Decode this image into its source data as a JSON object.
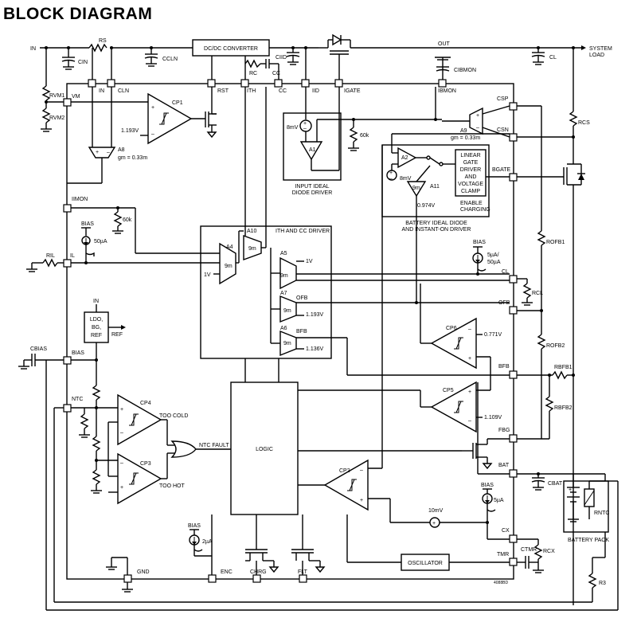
{
  "title": "BLOCK DIAGRAM",
  "pins": {
    "in": "IN",
    "cln": "CLN",
    "rst": "RST",
    "ith": "ITH",
    "cc": "CC",
    "iid": "IID",
    "igate": "IGATE",
    "ibmon": "IBMON",
    "vm": "VM",
    "csp": "CSP",
    "csn": "CSN",
    "bgate": "BGATE",
    "iimon": "IIMON",
    "il": "IL",
    "cl": "CL",
    "ofb": "OFB",
    "bias": "BIAS",
    "bfb": "BFB",
    "ntc": "NTC",
    "fbg": "FBG",
    "bat": "BAT",
    "cx": "CX",
    "gnd": "GND",
    "enc": "ENC",
    "chrg": "CHRG",
    "flt": "FLT",
    "tmr": "TMR"
  },
  "labels": {
    "in_top": "IN",
    "out": "OUT",
    "system_load_1": "SYSTEM",
    "system_load_2": "LOAD",
    "dcdc": "DC/DC CONVERTER",
    "rs": "RS",
    "cin": "CIN",
    "ccln": "CCLN",
    "rc": "RC",
    "cc_cap": "CC",
    "ciid": "CIID",
    "cibmon": "CIBMON",
    "cl_cap": "CL",
    "rvm1": "RVM1",
    "rvm2": "RVM2",
    "rcs": "RCS",
    "ril": "RIL",
    "cbias": "CBIAS",
    "rcl": "RCL",
    "rofb1": "ROFB1",
    "rofb2": "ROFB2",
    "rbfb1": "RBFB1",
    "rbfb2": "RBFB2",
    "cbat": "CBAT",
    "rntc": "RNTC",
    "ctmr": "CTMR",
    "rcx": "RCX",
    "r3": "R3",
    "cp1": "CP1",
    "v1193_cp1": "1.193V",
    "a8": "A8",
    "a8_gm": "gm = 0.33m",
    "r60k_iimon": "60k",
    "r60k_iid": "60k",
    "bias_a": "BIAS",
    "i50ua": "50µA",
    "a4": "A4",
    "a4_gm": "9m",
    "v1v_a4": "1V",
    "a10": "A10",
    "a10_gm": "9m",
    "ith_cc_driver": "ITH AND CC DRIVER",
    "a5": "A5",
    "a5_gm": "9m",
    "v1v_a5": "1V",
    "a7": "A7",
    "a7_ofb": "OFB",
    "a7_gm": "9m",
    "v1193_a7": "1.193V",
    "a6": "A6",
    "a6_bfb": "BFB",
    "a6_gm": "9m",
    "v1136_a6": "1.136V",
    "mv8_iid": "8mV",
    "a1": "A1",
    "input_ideal_1": "INPUT IDEAL",
    "input_ideal_2": "DIODE DRIVER",
    "a9": "A9",
    "a9_gm": "gm = 0.33m",
    "a2": "A2",
    "mv8_a2": "8mV",
    "a11": "A11",
    "a11_gm": "9m",
    "v0974": "0.974V",
    "lgd_1": "LINEAR",
    "lgd_2": "GATE",
    "lgd_3": "DRIVER",
    "lgd_4": "AND",
    "lgd_5": "VOLTAGE",
    "lgd_6": "CLAMP",
    "enable_1": "ENABLE",
    "enable_2": "CHARGING",
    "batt_ideal_1": "BATTERY IDEAL DIODE",
    "batt_ideal_2": "AND INSTANT-ON DRIVER",
    "bias_b": "BIAS",
    "i5ua_50ua_1": "5µA/",
    "i5ua_50ua_2": "50µA",
    "cp6": "CP6",
    "v0771": "0.771V",
    "cp5": "CP5",
    "v1109": "1.109V",
    "ldo_1": "LDO,",
    "ldo_2": "BG,",
    "ldo_3": "REF",
    "ldo_in": "IN",
    "ref": "REF",
    "cp4": "CP4",
    "too_cold": "TOO COLD",
    "cp3": "CP3",
    "too_hot": "TOO HOT",
    "ntc_fault": "NTC FAULT",
    "logic": "LOGIC",
    "cp2": "CP2",
    "mv10": "10mV",
    "bias_c": "BIAS",
    "i5ua": "5µA",
    "bias_d": "BIAS",
    "i2ua": "2µA",
    "oscillator": "OSCILLATOR",
    "battery_pack": "BATTERY PACK",
    "part_code": "4088BD"
  }
}
